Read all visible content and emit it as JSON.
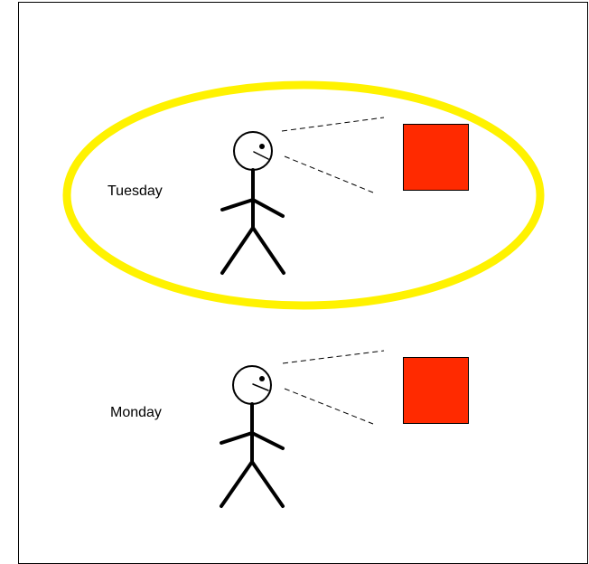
{
  "panels": [
    {
      "id": "tuesday",
      "label": "Tuesday",
      "highlighted": true
    },
    {
      "id": "monday",
      "label": "Monday",
      "highlighted": false
    }
  ],
  "colors": {
    "frame": "#000000",
    "highlight": "#FFF200",
    "square_fill": "#FF2A00",
    "square_stroke": "#000000",
    "figure": "#000000",
    "gaze_line": "#000000",
    "background": "#FFFFFF"
  },
  "icons": {
    "figure": "stick-figure-icon",
    "object": "red-square-icon"
  }
}
